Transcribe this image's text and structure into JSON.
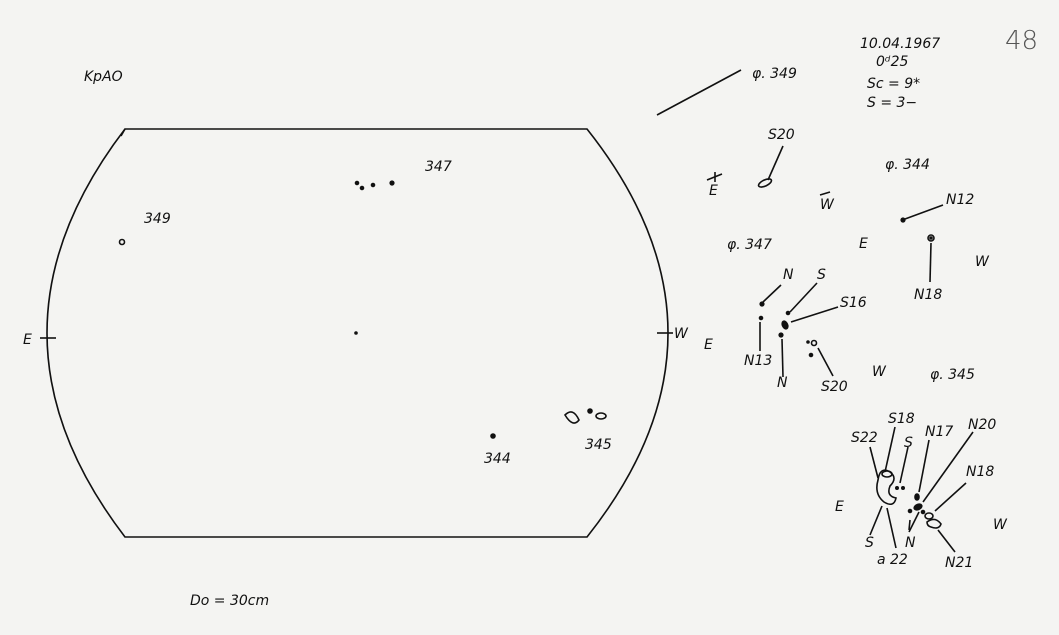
{
  "page_number": "48",
  "header": {
    "date": "10.04.1967",
    "time": "0ᵈ25",
    "sc": "Sc = 9*",
    "s": "S = 3−"
  },
  "observatory": "KpAO",
  "disc": {
    "east_label": "E",
    "west_label": "W",
    "groups": [
      "349",
      "347",
      "344",
      "345"
    ],
    "diameter": "Do = 30cm"
  },
  "details": {
    "g349": {
      "title": "φ. 349",
      "labels": [
        "S20"
      ],
      "east": "E",
      "west": "W"
    },
    "g344": {
      "title": "φ. 344",
      "labels": [
        "N12",
        "N18"
      ],
      "east": "E",
      "west": "W"
    },
    "g347": {
      "title": "φ. 347",
      "labels": [
        "N",
        "S",
        "S16",
        "N13",
        "N",
        "S20"
      ],
      "east": "E",
      "west": "W"
    },
    "g345": {
      "title": "φ. 345",
      "labels": [
        "S18",
        "S22",
        "S",
        "N17",
        "N20",
        "N18",
        "S",
        "a 22",
        "N",
        "N21"
      ],
      "east": "E",
      "west": "W"
    }
  }
}
